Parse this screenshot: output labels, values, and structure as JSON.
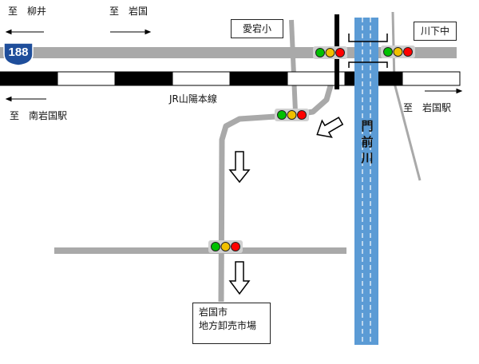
{
  "route": {
    "number": "188"
  },
  "directions": {
    "yanai": "至　柳井",
    "iwakuni": "至　岩国",
    "minami_iwakuni": "至　南岩国駅",
    "iwakuni_station": "至　岩国駅"
  },
  "railway": {
    "name": "JR山陽本線"
  },
  "river": {
    "name": "門前川"
  },
  "schools": {
    "atago": "愛宕小",
    "kawashimo": "川下中"
  },
  "destination": {
    "line1": "岩国市",
    "line2": "地方卸売市場"
  },
  "colors": {
    "road": "#a9a9a9",
    "river": "#5b9bd5",
    "rail_dark": "#000000",
    "rail_light": "#ffffff",
    "signal_green": "#00c000",
    "signal_yellow": "#f0c000",
    "signal_red": "#ff0000",
    "route_badge": "#1f4e9b"
  },
  "icons": [
    "route-188-shield-icon",
    "traffic-signal-icon",
    "route-arrow-icon",
    "direction-arrow-icon"
  ]
}
